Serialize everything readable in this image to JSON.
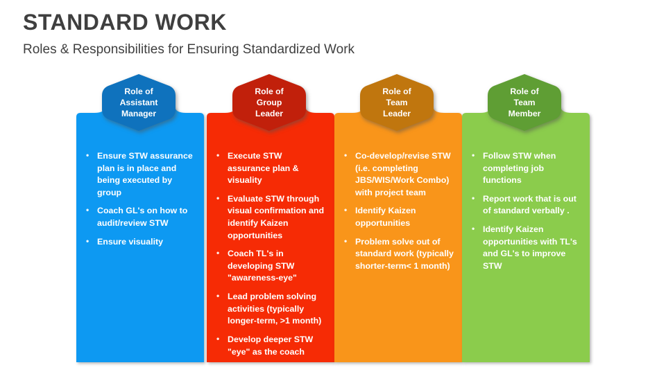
{
  "header": {
    "title": "STANDARD WORK",
    "subtitle": "Roles & Responsibilities for Ensuring Standardized Work",
    "title_color": "#3f3f3f"
  },
  "background_color": "#ffffff",
  "columns": [
    {
      "id": "assistant-manager",
      "badge_lines": [
        "Role of",
        "Assistant",
        "Manager"
      ],
      "badge_color": "#0f72bd",
      "body_color": "#0d99f2",
      "bullets": [
        "Ensure STW assurance plan is in place and being executed by group",
        " Coach GL's on how to audit/review STW",
        "Ensure visuality"
      ]
    },
    {
      "id": "group-leader",
      "badge_lines": [
        "Role of",
        "Group",
        "Leader"
      ],
      "badge_color": "#c1200b",
      "body_color": "#f62b05",
      "bullets": [
        "Execute STW assurance plan & visuality",
        "Evaluate STW through visual confirmation and identify Kaizen opportunities",
        "Coach TL's in developing STW \"awareness-eye\"",
        "Lead problem solving activities (typically longer-term, >1 month)",
        "Develop deeper STW \"eye\" as the coach"
      ]
    },
    {
      "id": "team-leader",
      "badge_lines": [
        "Role of",
        "Team",
        "Leader"
      ],
      "badge_color": "#c0760e",
      "body_color": "#f9951a",
      "bullets": [
        "Co-develop/revise STW (i.e. completing JBS/WIS/Work Combo) with project team",
        "Identify Kaizen opportunities",
        "Problem solve out of standard work (typically shorter-term< 1 month)"
      ]
    },
    {
      "id": "team-member",
      "badge_lines": [
        "Role of",
        "Team",
        "Member"
      ],
      "badge_color": "#5f9e34",
      "body_color": "#8bcc4c",
      "bullets": [
        "Follow STW when completing job functions",
        "Report work that is out of standard verbally .",
        "Identify Kaizen opportunities with TL's and GL's to improve STW"
      ]
    }
  ]
}
